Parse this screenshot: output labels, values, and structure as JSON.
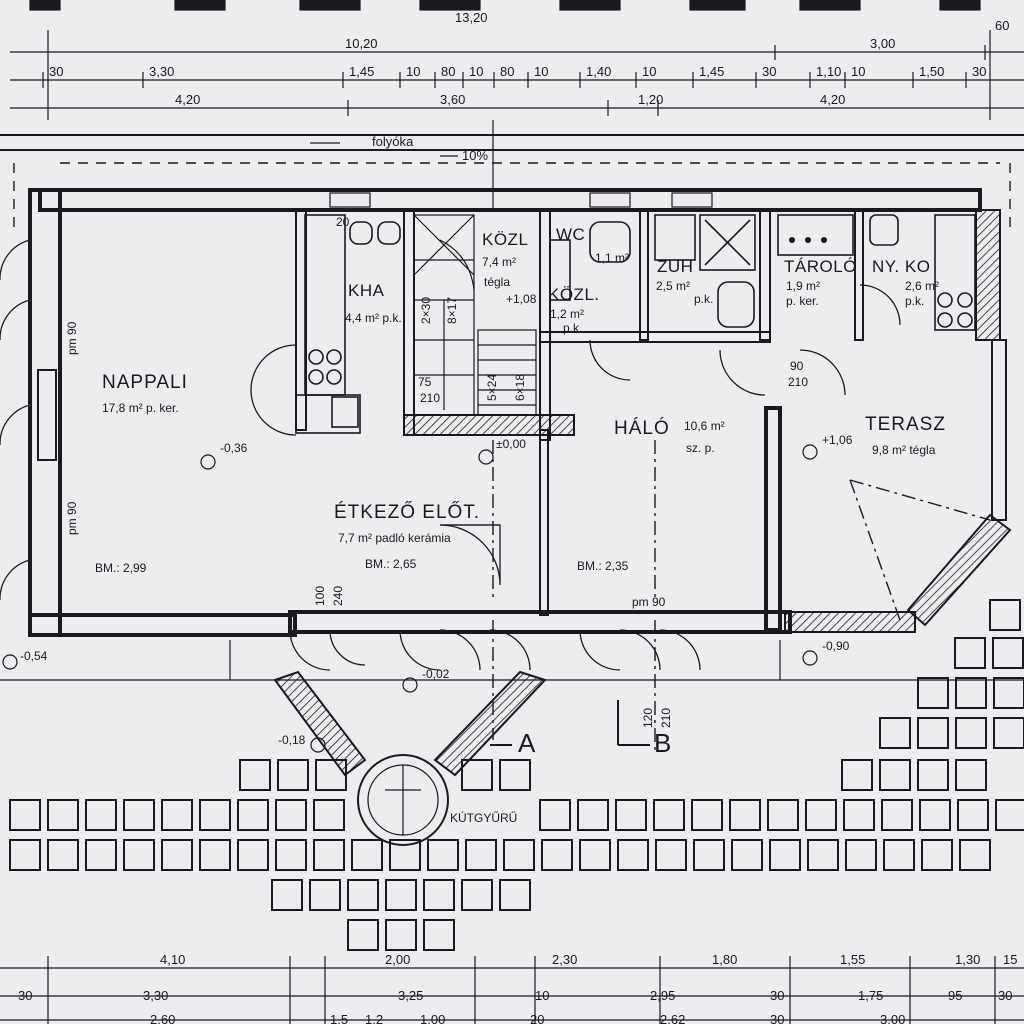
{
  "dimensions": {
    "top": {
      "total": "13,20",
      "row1": [
        "10,20",
        "3,00",
        "60"
      ],
      "row2": [
        "30",
        "3,30",
        "1,45",
        "10",
        "80",
        "10",
        "80",
        "10",
        "1,40",
        "10",
        "1,45",
        "30",
        "1,10",
        "10",
        "1,50",
        "30"
      ],
      "row3": [
        "4,20",
        "3,60",
        "1,20",
        "4,20"
      ]
    },
    "bottom": {
      "row1": [
        "4,10",
        "2,00",
        "2,30",
        "1,80",
        "1,55",
        "1,30",
        "15"
      ],
      "row2": [
        "30",
        "3,30",
        "3,25",
        "10",
        "2,95",
        "30",
        "1,75",
        "95",
        "30"
      ],
      "row3": [
        "2,60",
        "1,5",
        "1,2",
        "1,00",
        "20",
        "2,62",
        "30",
        "3,00"
      ]
    }
  },
  "rooms": [
    {
      "name": "NAPPALI",
      "area": "17,8 m² p. ker.",
      "height": "BM.: 2,99"
    },
    {
      "name": "KHA",
      "area": "4,4 m² p.k."
    },
    {
      "name": "KÖZL",
      "area": "7,4 m²",
      "floor": "tégla"
    },
    {
      "name": "WC",
      "area": "1,1 m²"
    },
    {
      "name": "ZUH",
      "area": "2,5 m²",
      "floor": "p.k."
    },
    {
      "name": "KÖZL.",
      "area": "1,2 m²",
      "floor": "p.k."
    },
    {
      "name": "TÁROLÓ",
      "area": "1,9 m²",
      "floor": "p. ker."
    },
    {
      "name": "NY. KO",
      "area": "2,6 m²",
      "floor": "p.k."
    },
    {
      "name": "ÉTKEZŐ ELŐT.",
      "area": "7,7 m² padló kerámia",
      "height": "BM.: 2,65"
    },
    {
      "name": "HÁLÓ",
      "area": "10,6 m²",
      "floor": "sz. p.",
      "height": "BM.: 2,35"
    },
    {
      "name": "TERASZ",
      "area": "9,8 m² tégla"
    }
  ],
  "levels": [
    "-0,36",
    "±0,00",
    "+1,08",
    "+1,06",
    "-0,54",
    "-0,02",
    "-0,18",
    "-0,90"
  ],
  "annotations": {
    "gutter": "folyóka",
    "slope": "10%",
    "well": "KÚTGYŰRŰ",
    "section_a": "A",
    "section_b": "B",
    "pm90": "pm 90",
    "window_size": "20",
    "door_sizes": [
      "75",
      "210",
      "90",
      "210",
      "100",
      "240",
      "120",
      "210"
    ],
    "stair_marks": [
      "2×30",
      "8×17",
      "5×24",
      "6×18"
    ]
  }
}
